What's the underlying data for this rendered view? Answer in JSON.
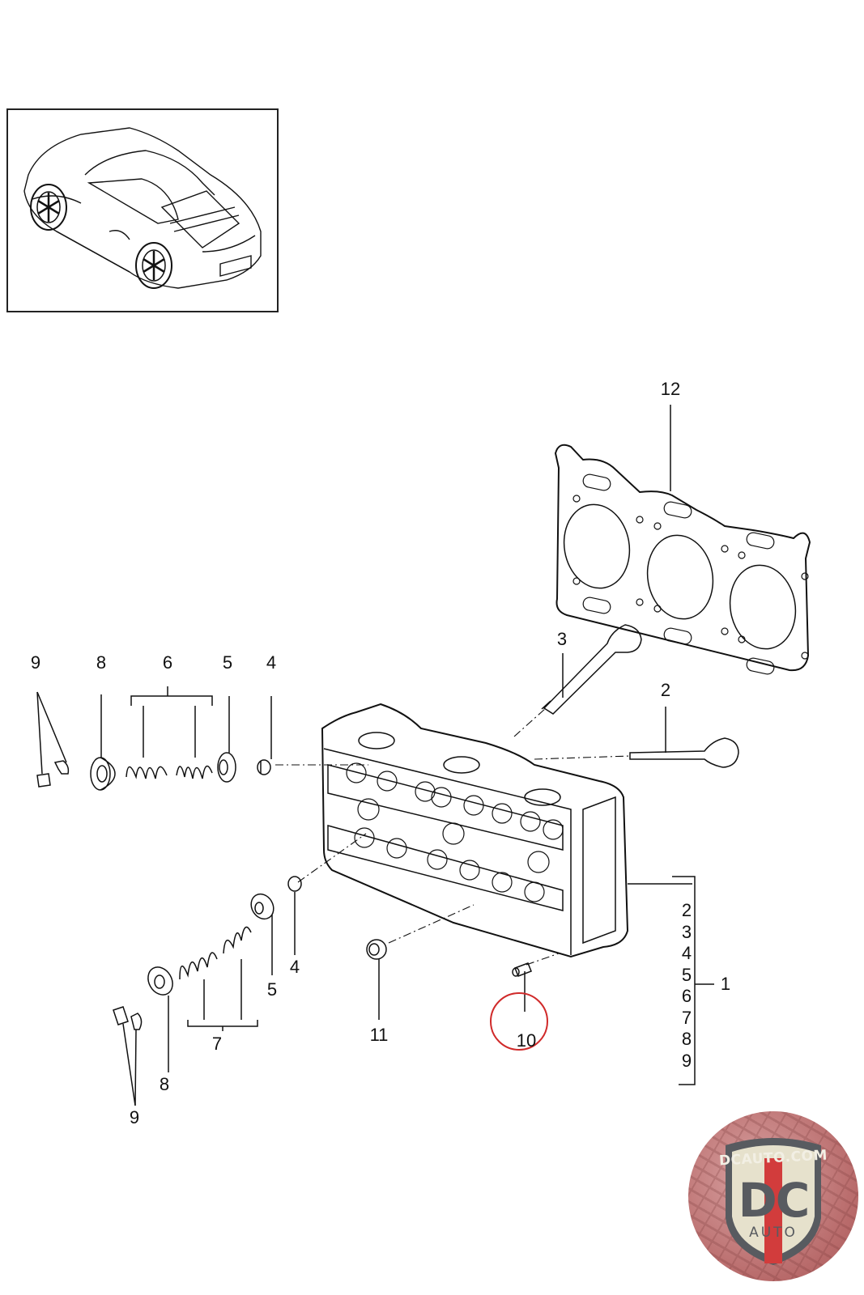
{
  "diagram": {
    "title": "Cylinder head assembly exploded parts diagram",
    "vehicle_thumbnail": "sports-coupe-rear-three-quarter-view",
    "callouts": [
      {
        "id": "c1",
        "label": "1",
        "part": "cylinder-head"
      },
      {
        "id": "c2",
        "label": "2",
        "part": "intake-valve"
      },
      {
        "id": "c3",
        "label": "3",
        "part": "exhaust-valve"
      },
      {
        "id": "c4a",
        "label": "4",
        "part": "valve-stem-seal"
      },
      {
        "id": "c4b",
        "label": "4",
        "part": "valve-stem-seal"
      },
      {
        "id": "c5a",
        "label": "5",
        "part": "valve-spring-seat"
      },
      {
        "id": "c5b",
        "label": "5",
        "part": "valve-spring-seat"
      },
      {
        "id": "c6",
        "label": "6",
        "part": "valve-springs-upper"
      },
      {
        "id": "c7",
        "label": "7",
        "part": "valve-springs-lower"
      },
      {
        "id": "c8a",
        "label": "8",
        "part": "spring-retainer"
      },
      {
        "id": "c8b",
        "label": "8",
        "part": "spring-retainer"
      },
      {
        "id": "c9a",
        "label": "9",
        "part": "valve-keepers"
      },
      {
        "id": "c9b",
        "label": "9",
        "part": "valve-keepers"
      },
      {
        "id": "c10",
        "label": "10",
        "part": "dowel-pin",
        "highlighted": true
      },
      {
        "id": "c11",
        "label": "11",
        "part": "plug-screw"
      },
      {
        "id": "c12",
        "label": "12",
        "part": "cylinder-head-gasket"
      }
    ],
    "kit_bracket": {
      "label": "1",
      "includes": [
        "2",
        "3",
        "4",
        "5",
        "6",
        "7",
        "8",
        "9"
      ]
    },
    "highlight_color": "#d02a2a",
    "line_color": "#111111"
  },
  "watermark": {
    "top_text": "DCAUTO.COM",
    "main_text": "DC",
    "bottom_text": "AUTO",
    "colors": {
      "shield_fill": "#e6e1cc",
      "shield_border": "#585b60",
      "stripe": "#d23c3c",
      "letters": "#585b60",
      "badge_bg": "#b86a6a"
    }
  }
}
